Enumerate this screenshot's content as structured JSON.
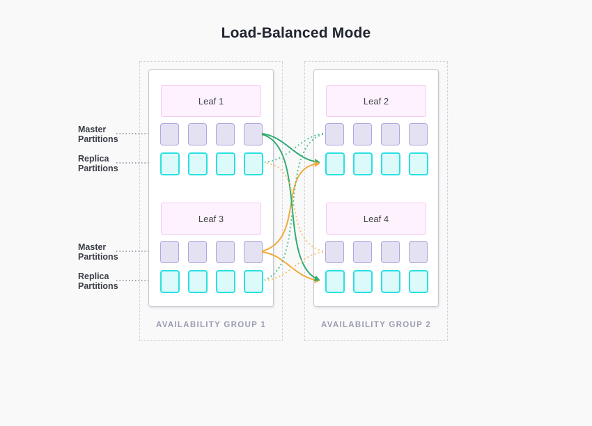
{
  "title": "Load-Balanced Mode",
  "row_labels": {
    "master": "Master Partitions",
    "replica": "Replica Partitions"
  },
  "groups": [
    {
      "label": "AVAILABILITY GROUP 1",
      "leaves": [
        {
          "name": "Leaf 1",
          "master_partitions": 4,
          "replica_partitions": 4
        },
        {
          "name": "Leaf 3",
          "master_partitions": 4,
          "replica_partitions": 4
        }
      ]
    },
    {
      "label": "AVAILABILITY GROUP 2",
      "leaves": [
        {
          "name": "Leaf 2",
          "master_partitions": 4,
          "replica_partitions": 4
        },
        {
          "name": "Leaf 4",
          "master_partitions": 4,
          "replica_partitions": 4
        }
      ]
    }
  ],
  "connections": [
    {
      "from": "Leaf 1 master",
      "to": "Leaf 2 replica",
      "style": "solid",
      "color_key": "solid_green"
    },
    {
      "from": "Leaf 1 master",
      "to": "Leaf 4 replica",
      "style": "solid",
      "color_key": "solid_green"
    },
    {
      "from": "Leaf 3 master",
      "to": "Leaf 2 replica",
      "style": "solid",
      "color_key": "solid_orange"
    },
    {
      "from": "Leaf 3 master",
      "to": "Leaf 4 replica",
      "style": "solid",
      "color_key": "solid_orange"
    },
    {
      "from": "Leaf 2 master",
      "to": "Leaf 1 replica",
      "style": "dotted",
      "color_key": "dotted_green"
    },
    {
      "from": "Leaf 2 master",
      "to": "Leaf 3 replica",
      "style": "dotted",
      "color_key": "dotted_green"
    },
    {
      "from": "Leaf 4 master",
      "to": "Leaf 1 replica",
      "style": "dotted",
      "color_key": "dotted_orange"
    },
    {
      "from": "Leaf 4 master",
      "to": "Leaf 3 replica",
      "style": "dotted",
      "color_key": "dotted_orange"
    }
  ],
  "colors": {
    "solid_green": "#31ab71",
    "solid_orange": "#f2aa3c",
    "dotted_green": "#4fc78e",
    "dotted_orange": "#f6c468",
    "master_fill": "#e4e1f3",
    "master_border": "#aca7de",
    "replica_fill": "#dcfafa",
    "replica_border": "#2ae0e4",
    "leaf_fill": "#fdf2fd",
    "leaf_border": "#f3c9f0"
  }
}
